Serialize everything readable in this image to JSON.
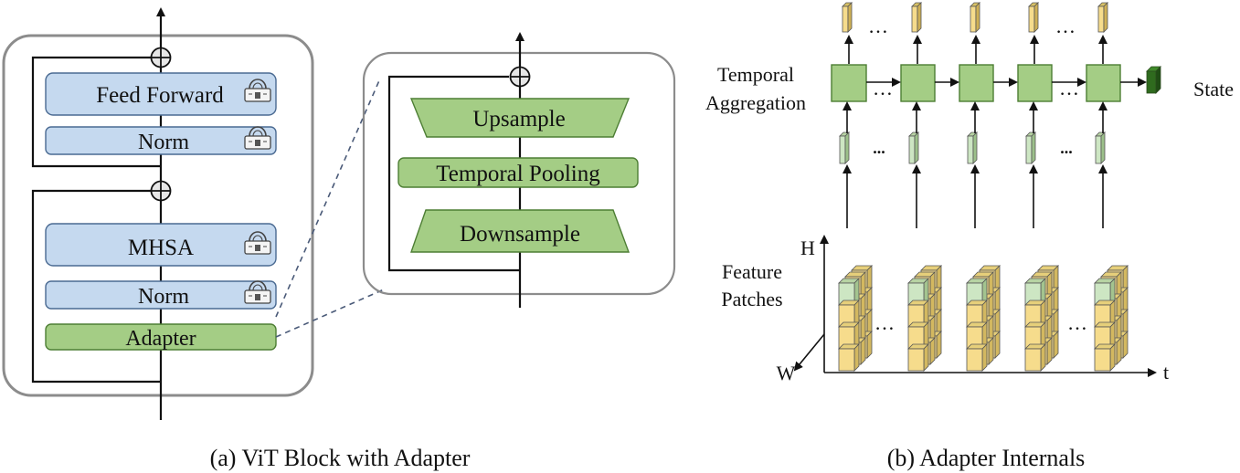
{
  "panel_a": {
    "caption": "(a) ViT Block with Adapter",
    "feed_forward": "Feed Forward",
    "norm_top": "Norm",
    "mhsa": "MHSA",
    "norm_bottom": "Norm",
    "adapter": "Adapter",
    "lock_icon": "lock-icon"
  },
  "adapter_detail": {
    "upsample": "Upsample",
    "temporal_pooling": "Temporal Pooling",
    "downsample": "Downsample"
  },
  "panel_b": {
    "caption": "(b) Adapter Internals",
    "temporal_label_1": "Temporal",
    "temporal_label_2": "Aggregation",
    "state_label": "State",
    "feature_label_1": "Feature",
    "feature_label_2": "Patches",
    "axis_h": "H",
    "axis_w": "W",
    "axis_t": "t",
    "ellipsis": "…",
    "ellipsis_dots": "..."
  },
  "colors": {
    "block_blue": "#c5d9ef",
    "block_green": "#a4cd85",
    "state_green": "#2f6b1e",
    "token_yellow": "#f6dc8c",
    "patch_green": "#cde6c3"
  }
}
